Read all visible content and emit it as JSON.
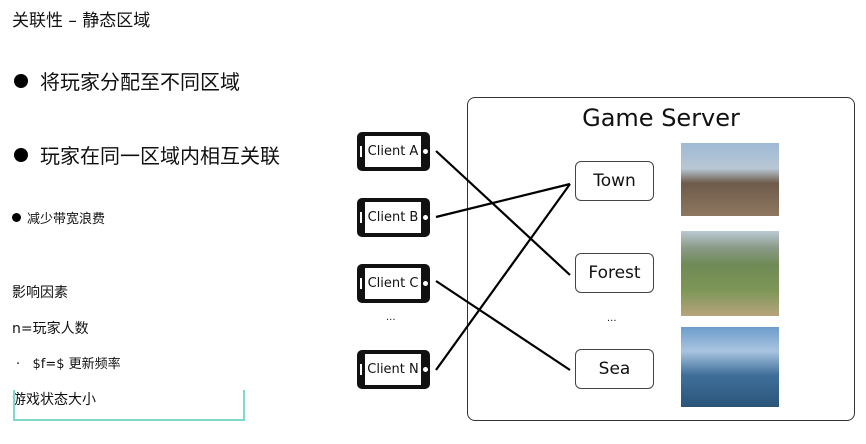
{
  "title": "关联性 – 静态区域",
  "bullets": [
    "将玩家分配至不同区域",
    "玩家在同一区域内相互关联"
  ],
  "sub_bullet": "减少带宽浪费",
  "factors": {
    "heading": "影响因素",
    "items": [
      "n=玩家人数",
      "$f=$ 更新频率",
      "游戏状态大小"
    ]
  },
  "diagram": {
    "server_title": "Game Server",
    "clients": [
      "Client A",
      "Client B",
      "Client C",
      "Client N"
    ],
    "client_ellipsis": "...",
    "zones": [
      "Town",
      "Forest",
      "Sea"
    ],
    "zone_ellipsis": "...",
    "connections": [
      [
        "Client A",
        "Forest"
      ],
      [
        "Client B",
        "Town"
      ],
      [
        "Client C",
        "Sea"
      ],
      [
        "Client N",
        "Town"
      ]
    ]
  }
}
